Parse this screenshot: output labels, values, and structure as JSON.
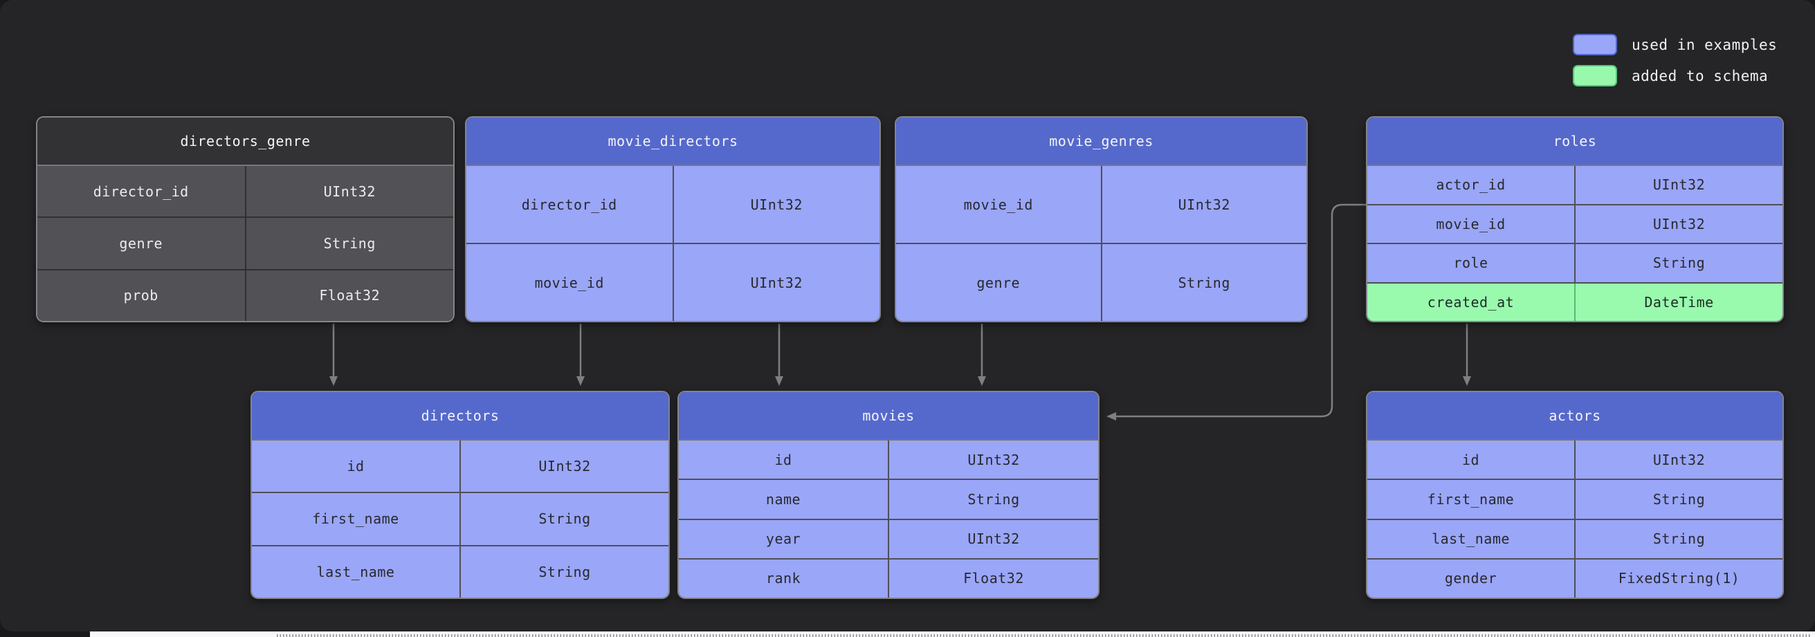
{
  "legend": {
    "items": [
      {
        "label": "used in examples",
        "color": "#9aa6f7",
        "border": "#5569cc"
      },
      {
        "label": "added to schema",
        "color": "#98f9ad",
        "border": "#56c77d"
      }
    ]
  },
  "colors": {
    "panel_background": "#252527",
    "blue_header": "#5569cc",
    "blue_row": "#9aa6f7",
    "green_row": "#99faae",
    "gray_header": "#323234",
    "gray_row": "#515156",
    "arrow": "#7e7e84"
  },
  "tables": {
    "directors_genre": {
      "title": "directors_genre",
      "style": "gray",
      "fields": [
        {
          "name": "director_id",
          "type": "UInt32"
        },
        {
          "name": "genre",
          "type": "String"
        },
        {
          "name": "prob",
          "type": "Float32"
        }
      ]
    },
    "movie_directors": {
      "title": "movie_directors",
      "style": "blue",
      "fields": [
        {
          "name": "director_id",
          "type": "UInt32"
        },
        {
          "name": "movie_id",
          "type": "UInt32"
        }
      ]
    },
    "movie_genres": {
      "title": "movie_genres",
      "style": "blue",
      "fields": [
        {
          "name": "movie_id",
          "type": "UInt32"
        },
        {
          "name": "genre",
          "type": "String"
        }
      ]
    },
    "roles": {
      "title": "roles",
      "style": "blue",
      "fields": [
        {
          "name": "actor_id",
          "type": "UInt32"
        },
        {
          "name": "movie_id",
          "type": "UInt32"
        },
        {
          "name": "role",
          "type": "String"
        },
        {
          "name": "created_at",
          "type": "DateTime",
          "highlight": "added_to_schema"
        }
      ]
    },
    "directors": {
      "title": "directors",
      "style": "blue",
      "fields": [
        {
          "name": "id",
          "type": "UInt32"
        },
        {
          "name": "first_name",
          "type": "String"
        },
        {
          "name": "last_name",
          "type": "String"
        }
      ]
    },
    "movies": {
      "title": "movies",
      "style": "blue",
      "fields": [
        {
          "name": "id",
          "type": "UInt32"
        },
        {
          "name": "name",
          "type": "String"
        },
        {
          "name": "year",
          "type": "UInt32"
        },
        {
          "name": "rank",
          "type": "Float32"
        }
      ]
    },
    "actors": {
      "title": "actors",
      "style": "blue",
      "fields": [
        {
          "name": "id",
          "type": "UInt32"
        },
        {
          "name": "first_name",
          "type": "String"
        },
        {
          "name": "last_name",
          "type": "String"
        },
        {
          "name": "gender",
          "type": "FixedString(1)"
        }
      ]
    }
  },
  "relationships": [
    {
      "from": "directors_genre",
      "to": "directors"
    },
    {
      "from": "movie_directors.director_id",
      "to": "directors"
    },
    {
      "from": "movie_directors.movie_id",
      "to": "movies"
    },
    {
      "from": "movie_genres.movie_id",
      "to": "movies"
    },
    {
      "from": "roles.movie_id",
      "to": "movies"
    },
    {
      "from": "roles.actor_id",
      "to": "actors"
    }
  ]
}
